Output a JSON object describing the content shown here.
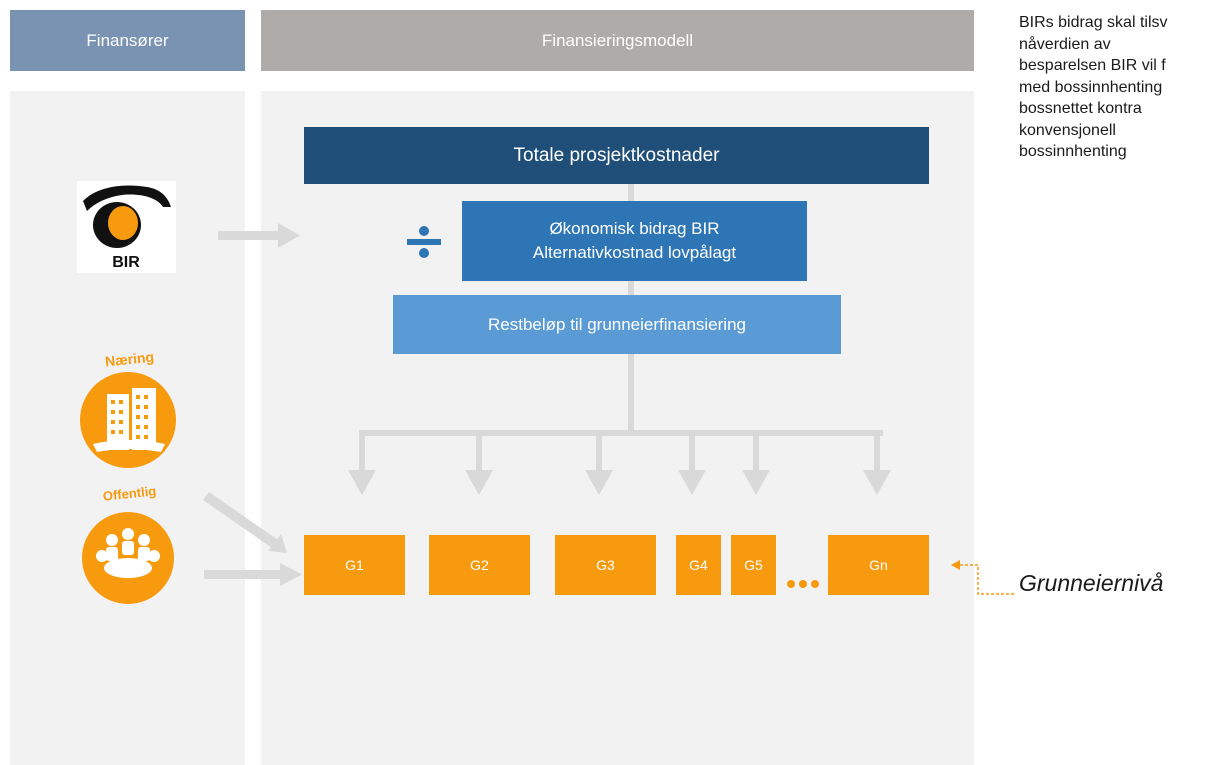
{
  "headers": {
    "finansorer": "Finansører",
    "modell": "Finansieringsmodell"
  },
  "icons": {
    "bir_label": "BIR",
    "naering_label": "Næring",
    "offentlig_label": "Offentlig"
  },
  "boxes": {
    "totale": "Totale prosjektkostnader",
    "bidrag_line1": "Økonomisk bidrag BIR",
    "bidrag_line2": "Alternativkostnad lovpålagt",
    "restbelop": "Restbeløp til grunneierfinansiering"
  },
  "grunneiere": [
    "G1",
    "G2",
    "G3",
    "G4",
    "G5",
    "Gn"
  ],
  "note_text": "BIRs bidrag skal tilsv\nnåverdien av\nbesparelsen BIR vil f\nmed bossinnhenting\nbossnettet kontra\nkonvensjonell\nbossinnhenting",
  "grunneiernivaa": "Grunneiernivå",
  "colors": {
    "header_left": "#7b93b2",
    "header_right": "#afaba9",
    "panel": "#f2f2f2",
    "dark_blue": "#1f4e79",
    "mid_blue": "#2e75b6",
    "light_blue": "#5b9bd5",
    "orange": "#f79a0e",
    "arrow_gray": "#d9d9d9"
  }
}
